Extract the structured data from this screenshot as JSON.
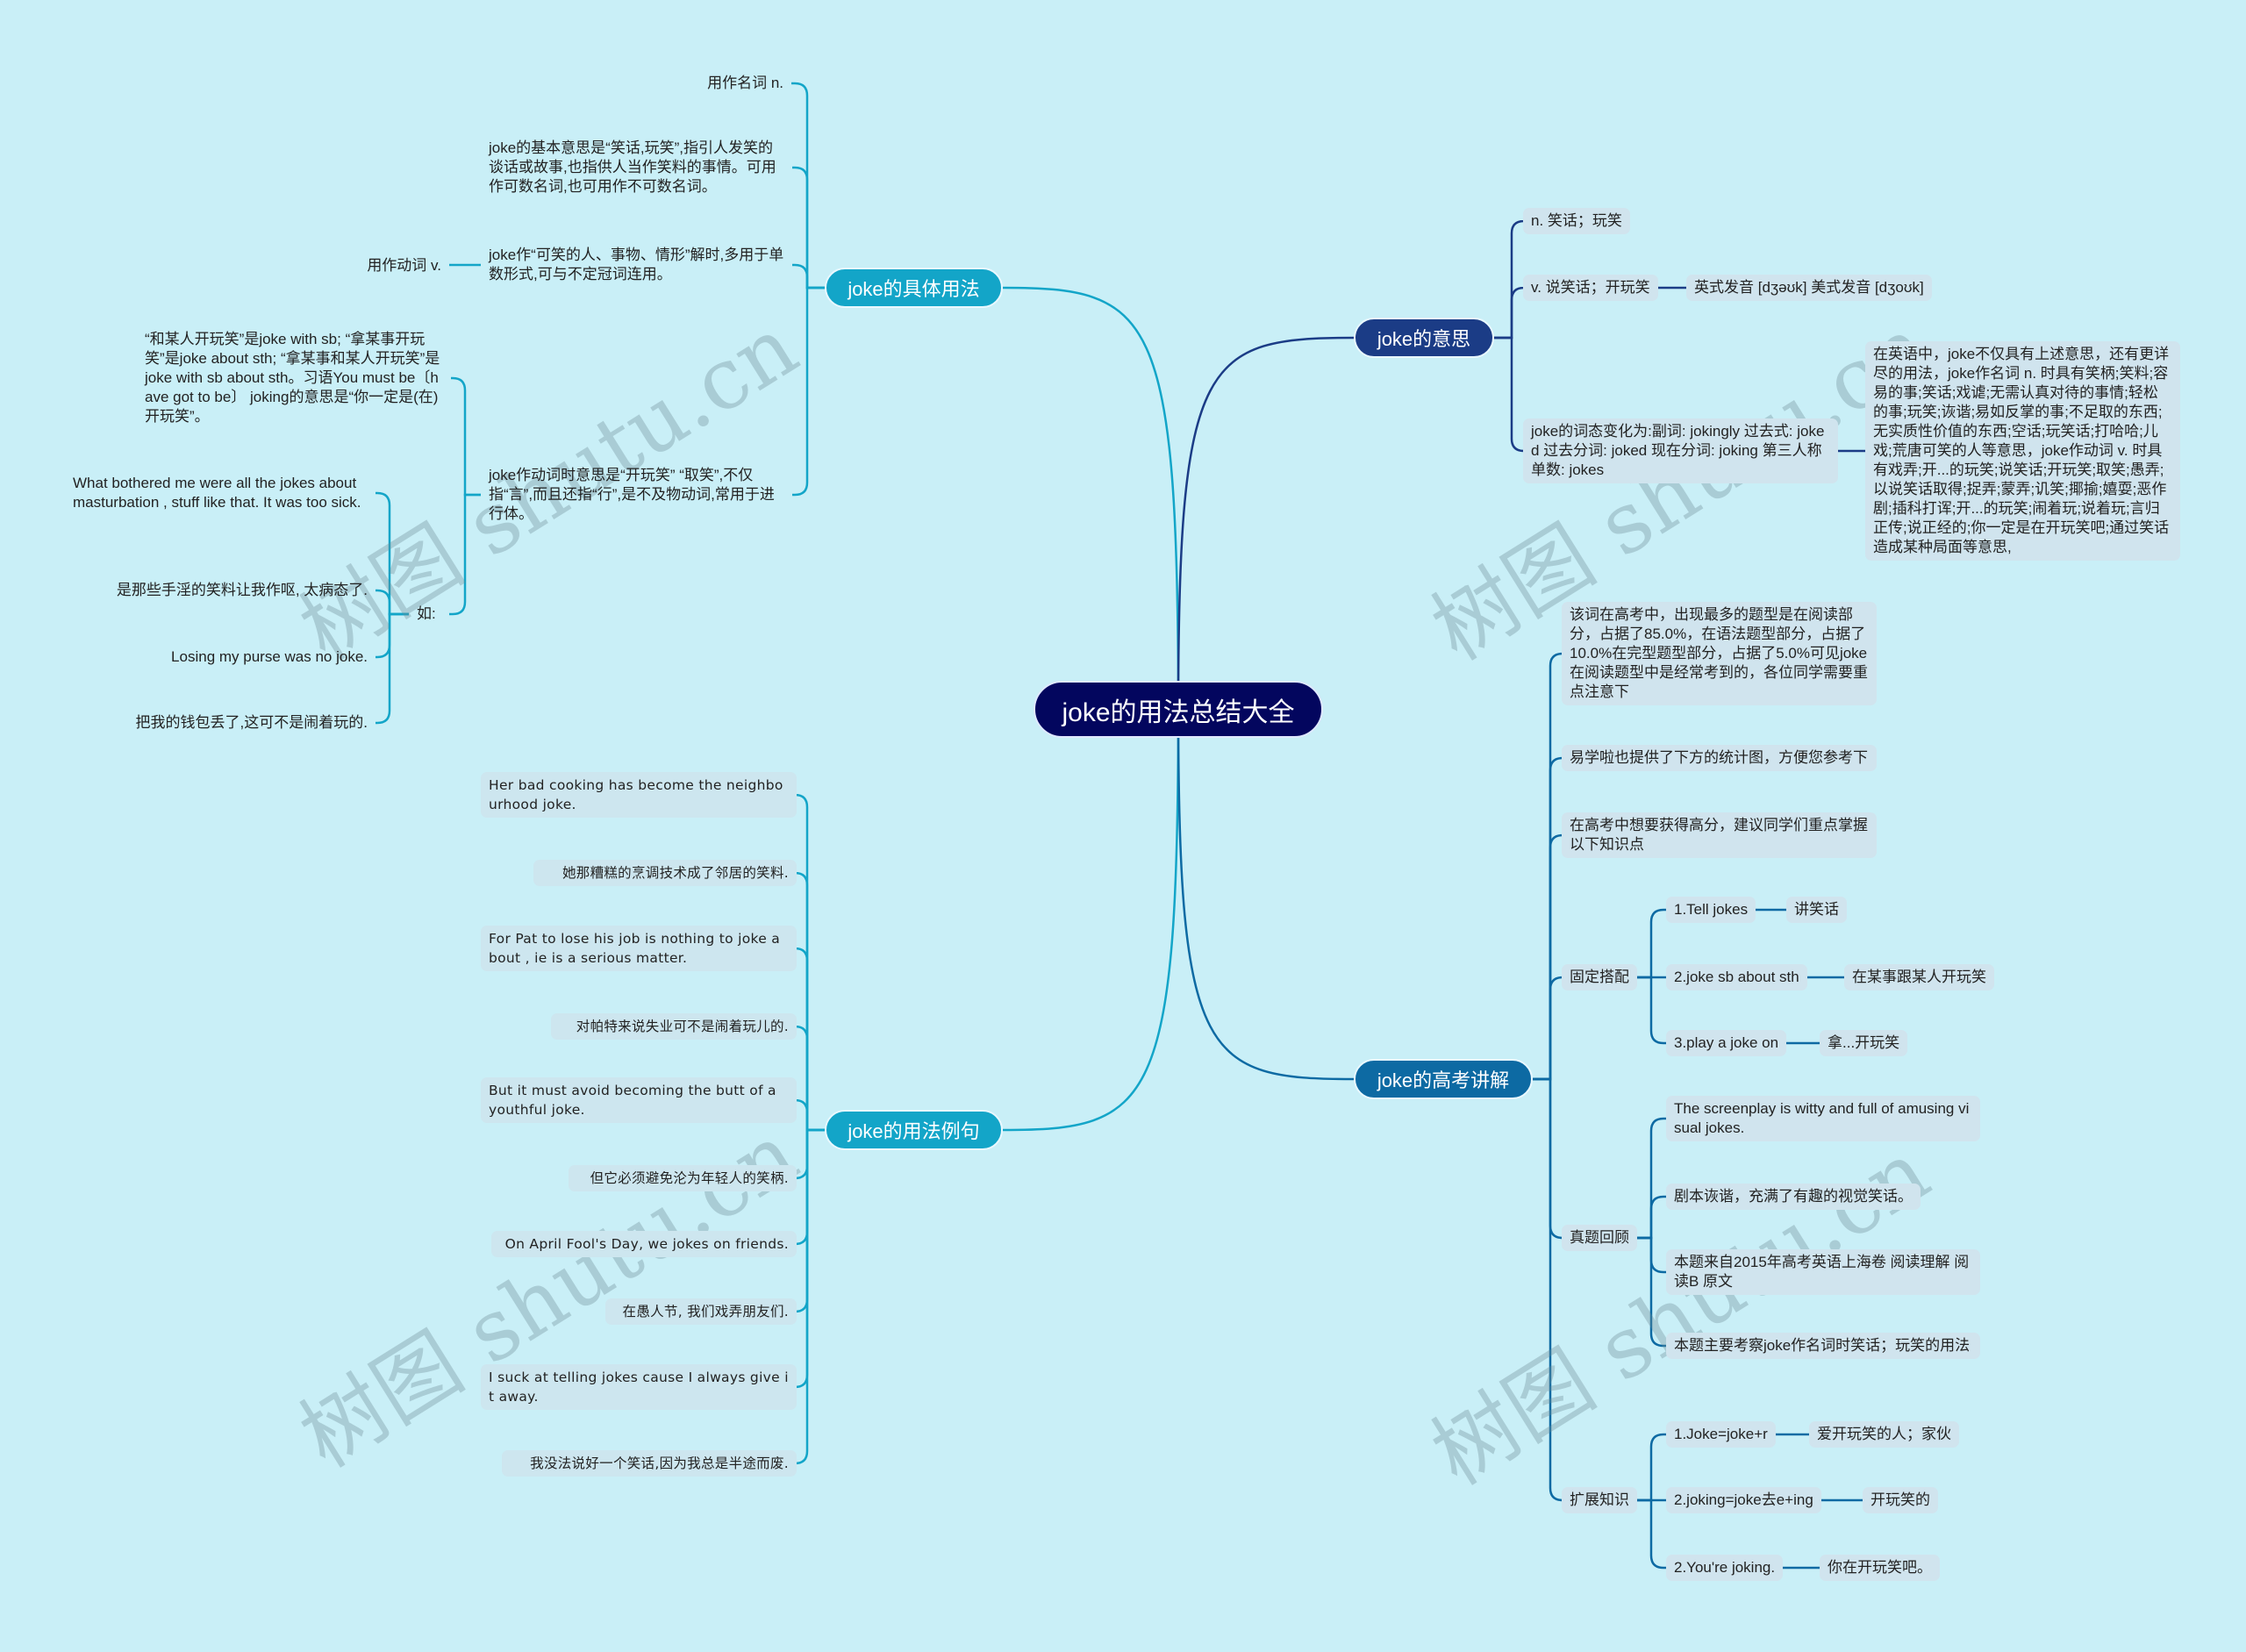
{
  "title": "joke的用法总结大全",
  "watermark": "树图 shutu.cn",
  "colors": {
    "background": "#c9eff7",
    "center": "#03065e",
    "usage": "#13a5c8",
    "examples": "#13a5c8",
    "meaning": "#1b3c86",
    "exam": "#0d6aa3"
  },
  "usage": {
    "label": "joke的具体用法",
    "noun": "用作名词 n.",
    "basic": "joke的基本意思是“笑话,玩笑”,指引人发笑的谈话或故事,也指供人当作笑料的事情。可用作可数名词,也可用作不可数名词。",
    "singular": "joke作“可笑的人、事物、情形”解时,多用于单数形式,可与不定冠词连用。",
    "verb": "用作动词 v.",
    "verb_meaning": "joke作动词时意思是“开玩笑” “取笑”,不仅指“言”,而且还指“行”,是不及物动词,常用于进行体。",
    "phrases": "“和某人开玩笑”是joke with sb; “拿某事开玩笑”是joke about sth; “拿某事和某人开玩笑”是joke with sb about sth。习语You must be〔have got to be〕 joking的意思是“你一定是(在)开玩笑”。",
    "such_as": "如:",
    "examples": [
      "What bothered me were all the jokes about masturbation , stuff like that. It was too sick.",
      "是那些手淫的笑料让我作呕, 太病态了.",
      "Losing my purse was no joke.",
      "把我的钱包丢了,这可不是闹着玩的."
    ]
  },
  "examples": {
    "label": "joke的用法例句",
    "items": [
      "Her bad cooking has become the neighbourhood joke.",
      "她那糟糕的烹调技术成了邻居的笑料.",
      "For Pat to lose his job is nothing to joke about , ie is a serious matter.",
      "对帕特来说失业可不是闹着玩儿的.",
      "But it must avoid becoming the butt of a youthful joke.",
      "但它必须避免沦为年轻人的笑柄.",
      "On April Fool's Day, we jokes on friends.",
      "在愚人节, 我们戏弄朋友们.",
      "I suck at telling jokes cause I always give it away.",
      "我没法说好一个笑话,因为我总是半途而废."
    ]
  },
  "meaning": {
    "label": "joke的意思",
    "noun": "n. 笑话；玩笑",
    "verb": "v. 说笑话；开玩笑",
    "pronunciation": "英式发音 [dʒəʊk] 美式发音 [dʒoʊk]",
    "forms": "joke的词态变化为:副词: jokingly 过去式: joked 过去分词: joked 现在分词: joking 第三人称单数: jokes",
    "detail": "在英语中，joke不仅具有上述意思，还有更详尽的用法，joke作名词 n. 时具有笑柄;笑料;容易的事;笑话;戏谑;无需认真对待的事情;轻松的事;玩笑;诙谐;易如反掌的事;不足取的东西;无实质性价值的东西;空话;玩笑话;打哈哈;儿戏;荒唐可笑的人等意思，joke作动词 v. 时具有戏弄;开...的玩笑;说笑话;开玩笑;取笑;愚弄;以说笑话取得;捉弄;蒙弄;讥笑;揶揄;嬉耍;恶作剧;插科打诨;开...的玩笑;闹着玩;说着玩;言归正传;说正经的;你一定是在开玩笑吧;通过笑话造成某种局面等意思,"
  },
  "exam": {
    "label": "joke的高考讲解",
    "stats": "该词在高考中，出现最多的题型是在阅读部分，占据了85.0%，在语法题型部分，占据了10.0%在完型题型部分，占据了5.0%可见joke在阅读题型中是经常考到的，各位同学需要重点注意下",
    "chart_note": "易学啦也提供了下方的统计图，方便您参考下",
    "advice": "在高考中想要获得高分，建议同学们重点掌握以下知识点",
    "collocations": {
      "label": "固定搭配",
      "items": [
        {
          "en": "1.Tell jokes",
          "zh": "讲笑话"
        },
        {
          "en": "2.joke sb about sth",
          "zh": "在某事跟某人开玩笑"
        },
        {
          "en": "3.play a joke on",
          "zh": "拿...开玩笑"
        }
      ]
    },
    "review": {
      "label": "真题回顾",
      "items": [
        "The screenplay is witty and full of amusing visual jokes.",
        "剧本诙谐，充满了有趣的视觉笑话。",
        "本题来自2015年高考英语上海卷 阅读理解 阅读B 原文",
        "本题主要考察joke作名词时笑话；玩笑的用法"
      ]
    },
    "extension": {
      "label": "扩展知识",
      "items": [
        {
          "en": "1.Joke=joke+r",
          "zh": "爱开玩笑的人；家伙"
        },
        {
          "en": "2.joking=joke去e+ing",
          "zh": "开玩笑的"
        },
        {
          "en": "2.You're joking.",
          "zh": "你在开玩笑吧。"
        }
      ]
    }
  }
}
